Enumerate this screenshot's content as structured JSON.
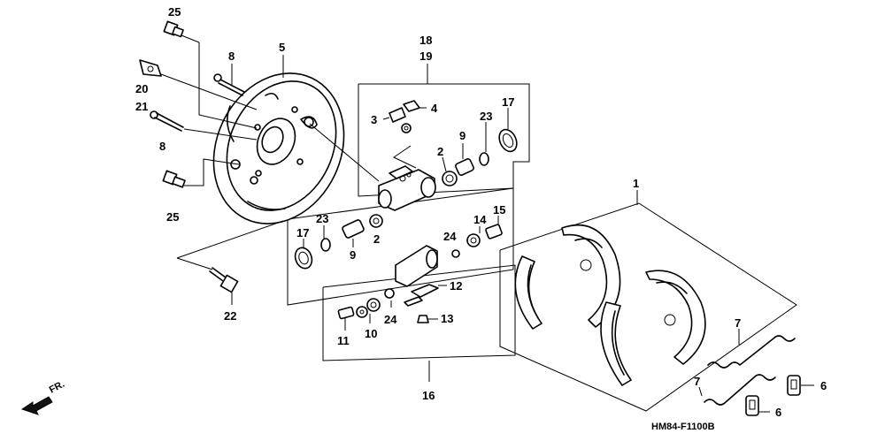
{
  "diagram": {
    "drawing_code": "HM84-F1100B",
    "direction_label": "FR.",
    "callouts": {
      "c25a": "25",
      "c25b": "25",
      "c8a": "8",
      "c8b": "8",
      "c5": "5",
      "c20": "20",
      "c21": "21",
      "c18": "18",
      "c19": "19",
      "c3": "3",
      "c4": "4",
      "c9a": "9",
      "c9b": "9",
      "c2a": "2",
      "c2b": "2",
      "c23a": "23",
      "c23b": "23",
      "c17a": "17",
      "c17b": "17",
      "c14": "14",
      "c15": "15",
      "c24a": "24",
      "c24b": "24",
      "c12": "12",
      "c13": "13",
      "c11": "11",
      "c10": "10",
      "c16": "16",
      "c22": "22",
      "c1": "1",
      "c7a": "7",
      "c7b": "7",
      "c6a": "6",
      "c6b": "6"
    }
  }
}
